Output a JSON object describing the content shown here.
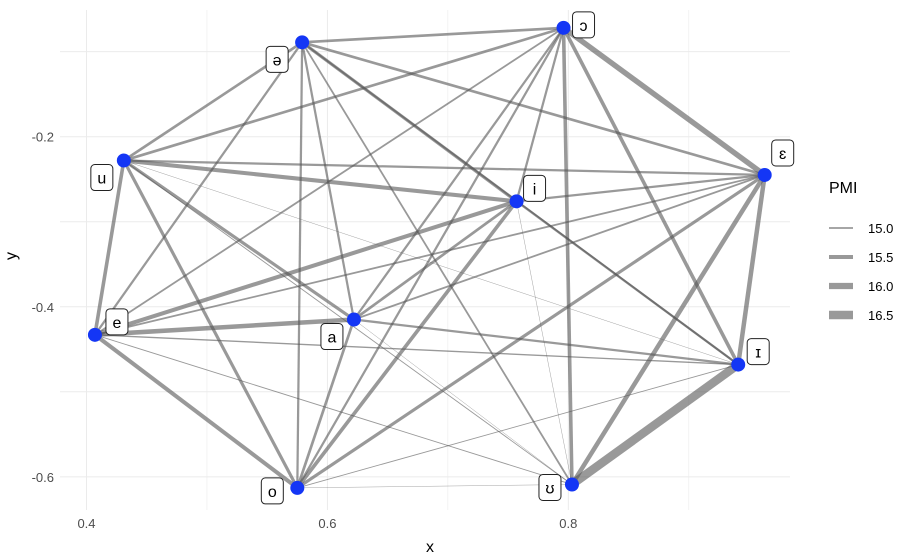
{
  "chart_data": {
    "type": "network",
    "title": "",
    "xlabel": "x",
    "ylabel": "y",
    "xlim": [
      0.378,
      0.984
    ],
    "ylim": [
      -0.639,
      -0.051
    ],
    "x_ticks": [
      "0.4",
      "0.6",
      "0.8"
    ],
    "x_tick_values": [
      0.4,
      0.6,
      0.8
    ],
    "y_ticks": [
      "-0.2",
      "-0.4",
      "-0.6"
    ],
    "y_tick_values": [
      -0.2,
      -0.4,
      -0.6
    ],
    "grid": true,
    "node_color": "#1436f5",
    "edge_color": "#555555",
    "nodes": [
      {
        "label": "ə",
        "x": 0.579,
        "y": -0.089
      },
      {
        "label": "ɔ",
        "x": 0.796,
        "y": -0.072
      },
      {
        "label": "u",
        "x": 0.431,
        "y": -0.228
      },
      {
        "label": "ɛ",
        "x": 0.963,
        "y": -0.245
      },
      {
        "label": "i",
        "x": 0.757,
        "y": -0.276
      },
      {
        "label": "e",
        "x": 0.407,
        "y": -0.433
      },
      {
        "label": "a",
        "x": 0.622,
        "y": -0.415
      },
      {
        "label": "ɪ",
        "x": 0.941,
        "y": -0.468
      },
      {
        "label": "o",
        "x": 0.575,
        "y": -0.613
      },
      {
        "label": "ʊ",
        "x": 0.803,
        "y": -0.609
      }
    ],
    "edges": [
      [
        "ə",
        "ɔ",
        15.2
      ],
      [
        "ə",
        "u",
        15.2
      ],
      [
        "ə",
        "ɛ",
        15.2
      ],
      [
        "ə",
        "i",
        15.3
      ],
      [
        "ə",
        "e",
        15.1
      ],
      [
        "ə",
        "a",
        15.1
      ],
      [
        "ə",
        "ɪ",
        15.0
      ],
      [
        "ə",
        "o",
        15.1
      ],
      [
        "ə",
        "ʊ",
        15.0
      ],
      [
        "ɔ",
        "u",
        15.2
      ],
      [
        "ɔ",
        "ɛ",
        15.8
      ],
      [
        "ɔ",
        "i",
        15.1
      ],
      [
        "ɔ",
        "e",
        15.0
      ],
      [
        "ɔ",
        "a",
        15.1
      ],
      [
        "ɔ",
        "ɪ",
        15.4
      ],
      [
        "ɔ",
        "o",
        15.1
      ],
      [
        "ɔ",
        "ʊ",
        15.4
      ],
      [
        "u",
        "ɛ",
        15.1
      ],
      [
        "u",
        "i",
        15.5
      ],
      [
        "u",
        "e",
        15.4
      ],
      [
        "u",
        "a",
        15.3
      ],
      [
        "u",
        "ɪ",
        14.7
      ],
      [
        "u",
        "o",
        15.3
      ],
      [
        "u",
        "ʊ",
        14.8
      ],
      [
        "ɛ",
        "i",
        15.1
      ],
      [
        "ɛ",
        "e",
        15.0
      ],
      [
        "ɛ",
        "a",
        15.0
      ],
      [
        "ɛ",
        "ɪ",
        15.6
      ],
      [
        "ɛ",
        "o",
        15.3
      ],
      [
        "ɛ",
        "ʊ",
        15.6
      ],
      [
        "i",
        "e",
        15.5
      ],
      [
        "i",
        "a",
        15.2
      ],
      [
        "i",
        "ɪ",
        15.1
      ],
      [
        "i",
        "o",
        15.4
      ],
      [
        "i",
        "ʊ",
        14.7
      ],
      [
        "e",
        "a",
        15.6
      ],
      [
        "e",
        "ɪ",
        14.9
      ],
      [
        "e",
        "o",
        15.5
      ],
      [
        "e",
        "ʊ",
        14.8
      ],
      [
        "a",
        "ɪ",
        15.1
      ],
      [
        "a",
        "o",
        15.2
      ],
      [
        "a",
        "ʊ",
        14.7
      ],
      [
        "ɪ",
        "o",
        14.8
      ],
      [
        "ɪ",
        "ʊ",
        16.5
      ],
      [
        "o",
        "ʊ",
        14.7
      ]
    ],
    "legend": {
      "title": "PMI",
      "placement": "right",
      "entries": [
        {
          "label": "15.0",
          "value": 15.0
        },
        {
          "label": "15.5",
          "value": 15.5
        },
        {
          "label": "16.0",
          "value": 16.0
        },
        {
          "label": "16.5",
          "value": 16.5
        }
      ]
    }
  }
}
